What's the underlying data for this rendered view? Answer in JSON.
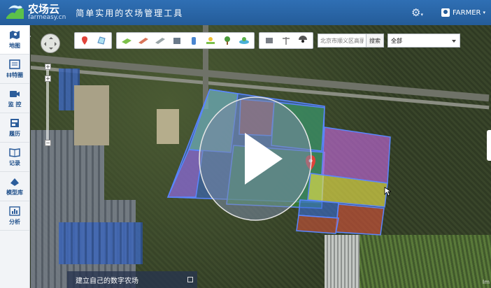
{
  "header": {
    "app_name": "农场云",
    "app_domain": "farmeasy.cn",
    "slogan": "简单实用的农场管理工具",
    "user_name": "FARMER"
  },
  "sidebar": {
    "items": [
      {
        "label": "地图",
        "icon": "map-icon",
        "active": true
      },
      {
        "label": "‡‡特圈",
        "icon": "list-icon"
      },
      {
        "label": "监 控",
        "icon": "camera-icon"
      },
      {
        "label": "履历",
        "icon": "history-icon"
      },
      {
        "label": "记录",
        "icon": "record-icon"
      },
      {
        "label": "模型库",
        "icon": "model-icon"
      },
      {
        "label": "分析",
        "icon": "chart-icon"
      }
    ]
  },
  "toolbar": {
    "search_placeholder": "北京市顺义区高丽营乡",
    "search_button": "搜索",
    "filter_value": "全部"
  },
  "map": {
    "caption": "建立自己的数字农场",
    "corner_text": "Im"
  },
  "colors": {
    "header_blue": "#2a66a8",
    "field_blue": "#3b6ed8",
    "field_green": "#3a9a3a",
    "field_red": "#d0523a",
    "field_purple": "#c066d8",
    "field_yellow": "#e6e04a"
  }
}
